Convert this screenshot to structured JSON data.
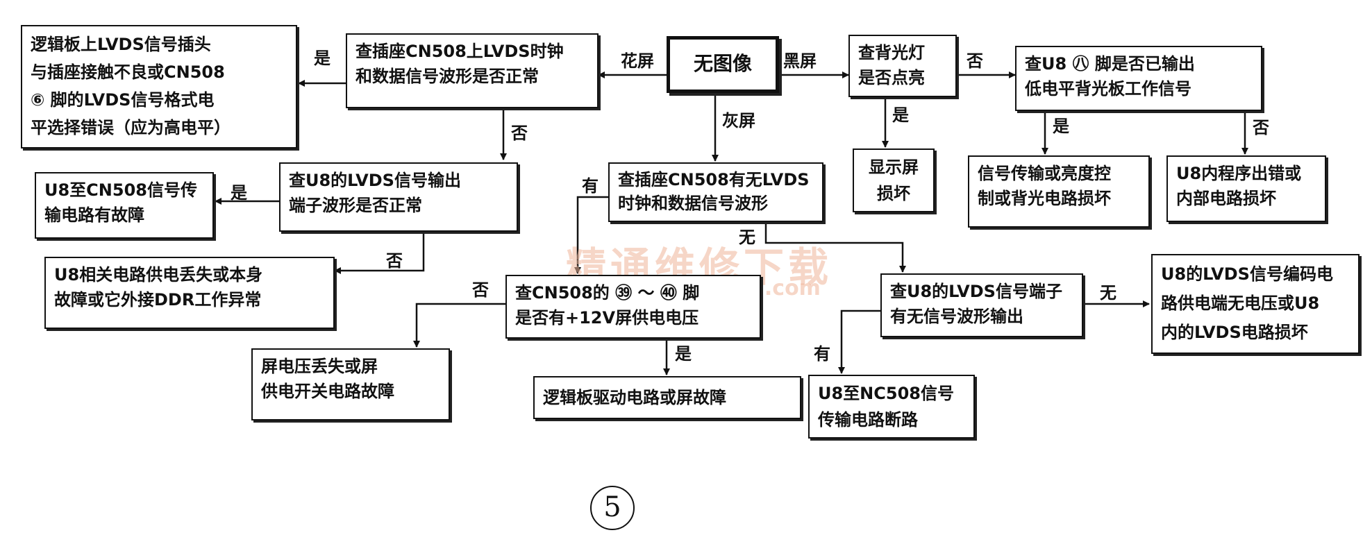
{
  "nodes": {
    "start": "无图像",
    "check_cn508_waveform": "查插座CN508上LVDS时钟\n和数据信号波形是否正常",
    "logic_board_fault": "逻辑板上LVDS信号插头\n与插座接触不良或CN508\n⑥ 脚的LVDS信号格式电\n平选择错误（应为高电平）",
    "check_u8_output": "查U8的LVDS信号输出\n端子波形是否正常",
    "u8_to_cn508_fault": "U8至CN508信号传\n输电路有故障",
    "u8_power_fault": "U8相关电路供电丢失或本身\n故障或它外接DDR工作异常",
    "check_cn508_signal": "查插座CN508有无LVDS\n时钟和数据信号波形",
    "check_backlight": "查背光灯\n是否点亮",
    "screen_damaged": "显示屏\n损坏",
    "check_u8_pin87": "查U8 ㊇ 脚是否已输出\n低电平背光板工作信号",
    "signal_brightness_fault": "信号传输或亮度控\n制或背光电路损坏",
    "u8_program_fault": "U8内程序出错或\n内部电路损坏",
    "check_cn508_12v": "查CN508的 ㊴ ～ ㊵ 脚\n是否有+12V屏供电电压",
    "screen_voltage_fault": "屏电压丢失或屏\n供电开关电路故障",
    "driver_fault": "逻辑板驱动电路或屏故障",
    "check_u8_terminal": "查U8的LVDS信号端子\n有无信号波形输出",
    "u8_lvds_encoder_fault": "U8的LVDS信号编码电\n路供电端无电压或U8\n内的LVDS电路损坏",
    "u8_to_nc508_break": "U8至NC508信号\n传输电路断路"
  },
  "edge_labels": {
    "huaping": "花屏",
    "heiping": "黑屏",
    "huiping": "灰屏",
    "yes_logic": "是",
    "no_u8_output": "否",
    "yes_u8_cn508": "是",
    "no_u8_power": "否",
    "no_backlight": "否",
    "yes_screen": "是",
    "yes_signal": "是",
    "no_program": "否",
    "you_12v": "有",
    "wu_terminal": "无",
    "no_screen_voltage": "否",
    "yes_driver": "是",
    "wu_encoder": "无",
    "you_break": "有"
  },
  "watermark": {
    "text": "精通维修下载",
    "url": "www.gzweixiu.com"
  },
  "figure_number": "5"
}
